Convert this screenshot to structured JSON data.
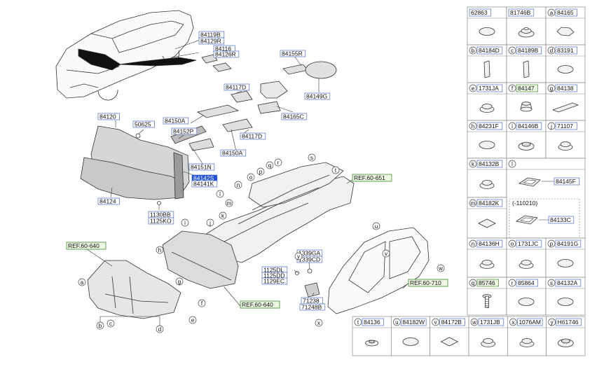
{
  "callouts": [
    {
      "id": "c_84119B",
      "text": "84119B"
    },
    {
      "id": "c_84129R",
      "text": "84129R"
    },
    {
      "id": "c_84116",
      "text": "84116"
    },
    {
      "id": "c_84126R",
      "text": "84126R"
    },
    {
      "id": "c_84155R",
      "text": "84155R"
    },
    {
      "id": "c_84149G",
      "text": "84149G"
    },
    {
      "id": "c_84117D_a",
      "text": "84117D"
    },
    {
      "id": "c_84165C",
      "text": "84165C"
    },
    {
      "id": "c_84120",
      "text": "84120"
    },
    {
      "id": "c_50625",
      "text": "50625"
    },
    {
      "id": "c_84150A_a",
      "text": "84150A"
    },
    {
      "id": "c_84152P",
      "text": "84152P"
    },
    {
      "id": "c_84117D_b",
      "text": "84117D"
    },
    {
      "id": "c_84150A_b",
      "text": "84150A"
    },
    {
      "id": "c_84151N",
      "text": "84151N"
    },
    {
      "id": "c_84142S",
      "text": "84142S"
    },
    {
      "id": "c_84141K",
      "text": "84141K"
    },
    {
      "id": "c_84124",
      "text": "84124"
    },
    {
      "id": "c_1130BB",
      "text": "1130BB"
    },
    {
      "id": "c_1125KO",
      "text": "1125KO"
    },
    {
      "id": "c_1339GA",
      "text": "1339GA"
    },
    {
      "id": "c_1339CD",
      "text": "1339CD"
    },
    {
      "id": "c_1125DL",
      "text": "1125DL"
    },
    {
      "id": "c_1125DD",
      "text": "1125DD"
    },
    {
      "id": "c_1129EC",
      "text": "1129EC"
    },
    {
      "id": "c_71238",
      "text": "71238"
    },
    {
      "id": "c_71248B",
      "text": "71248B"
    }
  ],
  "refs": [
    {
      "id": "ref_651",
      "text": "REF.60-651"
    },
    {
      "id": "ref_640a",
      "text": "REF.60-640"
    },
    {
      "id": "ref_640b",
      "text": "REF.60-640"
    },
    {
      "id": "ref_710",
      "text": "REF.60-710"
    }
  ],
  "letters": [
    "a",
    "b",
    "c",
    "d",
    "e",
    "f",
    "g",
    "h",
    "i",
    "j",
    "k",
    "l",
    "m",
    "n",
    "o",
    "p",
    "q",
    "r",
    "s",
    "t",
    "u",
    "v",
    "w",
    "x",
    "y"
  ],
  "table": {
    "rows": [
      [
        {
          "letter": "",
          "part": "62863",
          "shape": "oval"
        },
        {
          "letter": "",
          "part": "81746B",
          "shape": "grommet-stack"
        },
        {
          "letter": "a",
          "part": "84165",
          "shape": "hex"
        }
      ],
      [
        {
          "letter": "b",
          "part": "84184D",
          "shape": "rect-tall"
        },
        {
          "letter": "c",
          "part": "84189B",
          "shape": "rect-tall"
        },
        {
          "letter": "d",
          "part": "83191",
          "shape": "oval"
        }
      ],
      [
        {
          "letter": "e",
          "part": "1731JA",
          "shape": "plug"
        },
        {
          "letter": "f",
          "part": "84147",
          "shape": "plug-tall"
        },
        {
          "letter": "g",
          "part": "84138",
          "shape": "strip"
        }
      ],
      [
        {
          "letter": "h",
          "part": "84231F",
          "shape": "oval"
        },
        {
          "letter": "i",
          "part": "84146B",
          "shape": "plug-oval"
        },
        {
          "letter": "j",
          "part": "71107",
          "shape": "plug"
        }
      ],
      [
        {
          "letter": "k",
          "part": "84132B",
          "shape": "plug"
        },
        {
          "letter": "l",
          "part": "",
          "shape": "none"
        }
      ],
      [
        {
          "letter": "m",
          "part": "84182K",
          "shape": "diamond"
        }
      ],
      [
        {
          "letter": "n",
          "part": "84136H",
          "shape": "plug"
        },
        {
          "letter": "o",
          "part": "1731JC",
          "shape": "plug"
        },
        {
          "letter": "p",
          "part": "84191G",
          "shape": "oval"
        }
      ],
      [
        {
          "letter": "q",
          "part": "85746",
          "shape": "bolt"
        },
        {
          "letter": "r",
          "part": "85864",
          "shape": "oval"
        },
        {
          "letter": "s",
          "part": "84132A",
          "shape": "oval"
        }
      ]
    ],
    "l_cell": {
      "part_a": "84145F",
      "note": "(-110210)",
      "part_b": "84133C"
    },
    "bottom_row": [
      {
        "letter": "t",
        "part": "84136",
        "shape": "plug-flat"
      },
      {
        "letter": "u",
        "part": "84182W",
        "shape": "oval"
      },
      {
        "letter": "v",
        "part": "84172B",
        "shape": "diamond"
      },
      {
        "letter": "w",
        "part": "1731JB",
        "shape": "plug"
      },
      {
        "letter": "x",
        "part": "1076AM",
        "shape": "plug"
      },
      {
        "letter": "y",
        "part": "H61746",
        "shape": "plug-oval"
      }
    ],
    "highlight_parts": [
      "84147",
      "85746"
    ]
  }
}
